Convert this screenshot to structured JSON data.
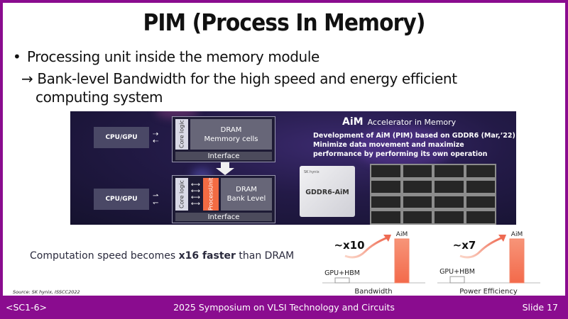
{
  "title": "PIM (Process In Memory)",
  "bullets": {
    "main": "Processing unit inside the memory module",
    "sub_arrow": "→",
    "sub_line1": "Bank-level Bandwidth for the high speed and energy efficient",
    "sub_line2": "computing system"
  },
  "diagram": {
    "top": {
      "cpu": "CPU/GPU",
      "core": "Core logic",
      "dram_line1": "DRAM",
      "dram_line2": "Memmory cells",
      "interface": "Interface"
    },
    "bottom": {
      "cpu": "CPU/GPU",
      "core": "Core logic",
      "process_unit_line1": "Process",
      "process_unit_line2": "Unit",
      "dram_line1": "DRAM",
      "dram_line2": "Bank Level",
      "interface": "Interface"
    }
  },
  "aim": {
    "brand": "AiM",
    "subtitle": "Accelerator in Memory",
    "desc_line1": "Development of AiM (PIM) based on GDDR6 (Mar,’22)",
    "desc_line2": "Minimize data movement and maximize",
    "desc_line3": "performance by performing its own operation",
    "package_label": "GDDR6-AiM",
    "package_logo": "SK hynix"
  },
  "speed_text": {
    "before": "Computation speed becomes ",
    "bold": "x16 faster",
    "after": " than DRAM"
  },
  "source": "Source: SK hynix, ISSCC2022",
  "chart_data": [
    {
      "type": "bar",
      "title": "",
      "xlabel": "Bandwidth",
      "categories": [
        "GPU+HBM",
        "AiM"
      ],
      "values": [
        1,
        10
      ],
      "annotation": "~x10",
      "ylim": [
        0,
        10
      ]
    },
    {
      "type": "bar",
      "title": "",
      "xlabel": "Power Efficiency",
      "categories": [
        "GPU+HBM",
        "AiM"
      ],
      "values": [
        1,
        7
      ],
      "annotation": "~x7",
      "ylim": [
        0,
        7
      ]
    }
  ],
  "colors": {
    "accent": "#8a0c8f",
    "process_unit": "#f26b43",
    "bar": "#f4866a",
    "panel": "#231a47"
  },
  "footer": {
    "left": "<SC1-6>",
    "center": "2025 Symposium on VLSI Technology and Circuits",
    "right": "Slide 17"
  }
}
